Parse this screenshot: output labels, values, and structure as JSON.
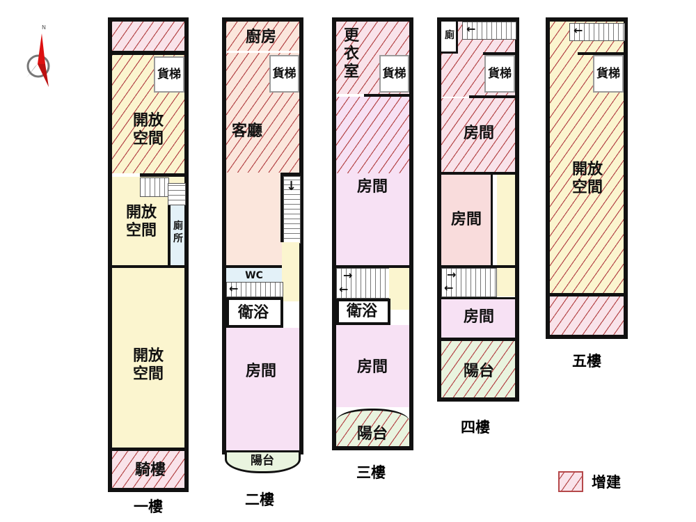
{
  "compass": {
    "north": "N"
  },
  "floors": [
    {
      "name": "一樓",
      "rooms": {
        "open1": "開放空間",
        "lift": "貨梯",
        "open2": "開放空間",
        "toilet": "廁所",
        "open3": "開放空間",
        "arcade": "騎樓"
      }
    },
    {
      "name": "二樓",
      "rooms": {
        "kitchen": "廚房",
        "lift": "貨梯",
        "living": "客廳",
        "wc": "WC",
        "bath": "衛浴",
        "bedroom": "房間",
        "balcony": "陽台"
      }
    },
    {
      "name": "三樓",
      "rooms": {
        "dressing": "更衣室",
        "lift": "貨梯",
        "bedroom1": "房間",
        "bath": "衛浴",
        "bedroom2": "房間",
        "balcony": "陽台"
      }
    },
    {
      "name": "四樓",
      "rooms": {
        "toilet": "廁",
        "lift": "貨梯",
        "bedroom1": "房間",
        "bedroom2": "房間",
        "bedroom3": "房間",
        "balcony": "陽台"
      }
    },
    {
      "name": "五樓",
      "rooms": {
        "lift": "貨梯",
        "open": "開放空間"
      }
    }
  ],
  "legend": {
    "label": "增建",
    "color": "#b5484a"
  }
}
